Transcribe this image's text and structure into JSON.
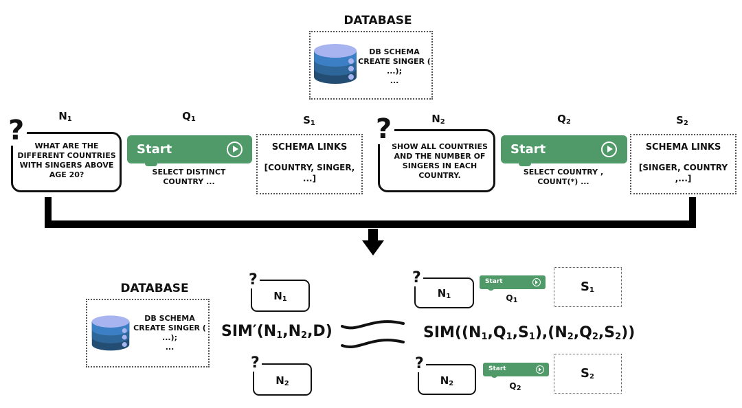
{
  "top_database": {
    "title": "DATABASE",
    "lines": [
      "DB SCHEMA",
      "CREATE SINGER (",
      "...);",
      "..."
    ]
  },
  "pair1": {
    "n_label": "N",
    "n_sub": "1",
    "q_label": "Q",
    "q_sub": "1",
    "s_label": "S",
    "s_sub": "1",
    "question": "WHAT ARE THE DIFFERENT COUNTRIES WITH SINGERS ABOVE AGE 20?",
    "start_label": "Start",
    "sql": [
      "SELECT DISTINCT",
      "COUNTRY ..."
    ],
    "schema_title": "SCHEMA LINKS",
    "schema_links": [
      "[COUNTRY, SINGER,",
      "...]"
    ]
  },
  "pair2": {
    "n_label": "N",
    "n_sub": "2",
    "q_label": "Q",
    "q_sub": "2",
    "s_label": "S",
    "s_sub": "2",
    "question": "SHOW ALL COUNTRIES AND THE NUMBER OF SINGERS IN EACH COUNTRY.",
    "start_label": "Start",
    "sql": [
      "SELECT COUNTRY ,",
      "COUNT(*) ..."
    ],
    "schema_title": "SCHEMA LINKS",
    "schema_links": [
      "[SINGER, COUNTRY",
      ",...]"
    ]
  },
  "bottom_database": {
    "title": "DATABASE",
    "lines": [
      "DB SCHEMA",
      "CREATE SINGER (",
      "...);",
      "..."
    ]
  },
  "question_mark": "?",
  "sim_prime": {
    "prefix": "SIM′(N",
    "s1": "1",
    "mid1": ",N",
    "s2": "2",
    "suffix": ",D)"
  },
  "sim_full": {
    "p0": "SIM((N",
    "s0": "1",
    "p1": ",Q",
    "s1": "1",
    "p2": ",S",
    "s2": "1",
    "p3": "),(N",
    "s3": "2",
    "p4": ",Q",
    "s4": "2",
    "p5": ",S",
    "s5": "2",
    "p6": "))"
  },
  "colors": {
    "start_green": "#4f9a68",
    "db_top": "#a8b4f0",
    "db_band1": "#3d7fc4",
    "db_band2": "#2e6699",
    "db_band3": "#234d72"
  }
}
